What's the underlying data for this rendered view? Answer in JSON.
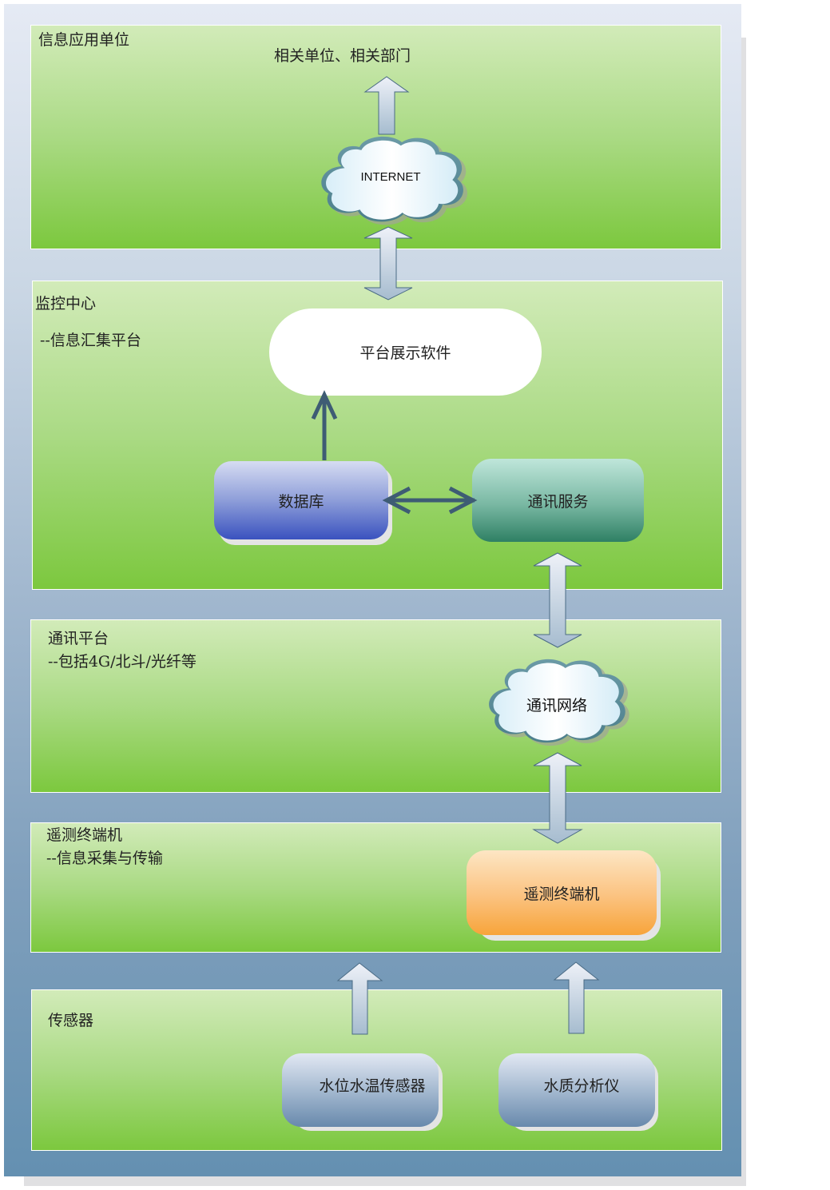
{
  "diagram": {
    "layers": [
      {
        "id": "info-app",
        "title": "信息应用单位",
        "subtitle": ""
      },
      {
        "id": "monitor-center",
        "title": "监控中心",
        "subtitle": "--信息汇集平台"
      },
      {
        "id": "comm-platform",
        "title": "通讯平台",
        "subtitle": "--包括4G/北斗/光纤等"
      },
      {
        "id": "rtu",
        "title": "遥测终端机",
        "subtitle": "--信息采集与传输"
      },
      {
        "id": "sensors",
        "title": "传感器",
        "subtitle": ""
      }
    ],
    "nodes": {
      "related_units": "相关单位、相关部门",
      "internet": "INTERNET",
      "platform_software": "平台展示软件",
      "database": "数据库",
      "comm_service": "通讯服务",
      "comm_network": "通讯网络",
      "rtu_device": "遥测终端机",
      "water_level_temp_sensor": "水位水温传感器",
      "water_quality_analyzer": "水质分析仪"
    },
    "connections": [
      {
        "from": "internet",
        "to": "related_units",
        "type": "block-arrow-up"
      },
      {
        "from": "internet",
        "to": "platform_software",
        "type": "block-arrow-double"
      },
      {
        "from": "database",
        "to": "platform_software",
        "type": "line-arrow-up"
      },
      {
        "from": "database",
        "to": "comm_service",
        "type": "line-arrow-double"
      },
      {
        "from": "comm_service",
        "to": "comm_network",
        "type": "block-arrow-double"
      },
      {
        "from": "comm_network",
        "to": "rtu_device",
        "type": "block-arrow-double"
      },
      {
        "from": "water_level_temp_sensor",
        "to": "rtu",
        "type": "block-arrow-up"
      },
      {
        "from": "water_quality_analyzer",
        "to": "rtu_device",
        "type": "block-arrow-up"
      }
    ],
    "colors": {
      "layer_fill_top": "#d2ebb9",
      "layer_fill_bottom": "#7cc83e",
      "backdrop_top": "#e5eaf4",
      "backdrop_bottom": "#6490b1",
      "database_top": "#d6dcf2",
      "database_bottom": "#3a52bf",
      "comm_service_top": "#bfe6da",
      "comm_service_bottom": "#2f8064",
      "rtu_top": "#fde6c4",
      "rtu_bottom": "#f7a43a",
      "sensor_top": "#e2e8f3",
      "sensor_bottom": "#6889ac",
      "connector_dark": "#3e5c74"
    }
  }
}
